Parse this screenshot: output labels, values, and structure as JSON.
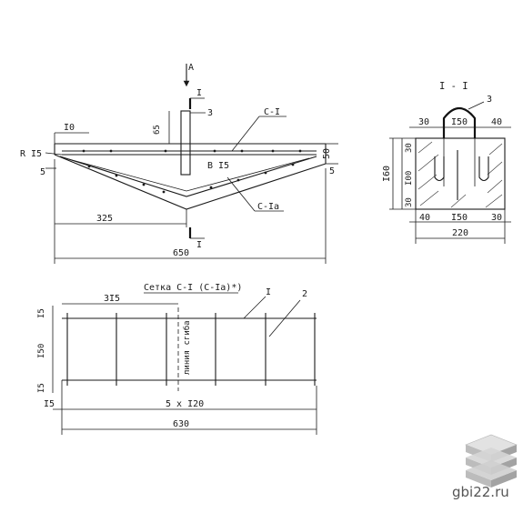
{
  "front_view": {
    "arrow_label": "A",
    "section_mark_top": "I",
    "section_mark_bottom": "I",
    "dim_top_left": "I0",
    "dim_height_65": "65",
    "callout_3": "3",
    "callout_c1": "C-I",
    "callout_c1a": "C-Ia",
    "label_r15": "R I5",
    "label_b15": "B I5",
    "dim_left_5": "5",
    "dim_right_5": "5",
    "dim_right_50": "50",
    "dim_325": "325",
    "dim_650": "650"
  },
  "section_view": {
    "title": "I - I",
    "callout_3": "3",
    "dim_30_top": "30",
    "dim_150_top": "I50",
    "dim_40_top": "40",
    "dim_30_side_top": "30",
    "dim_100_side": "I00",
    "dim_30_side_bottom": "30",
    "dim_160": "I60",
    "dim_40_bottom": "40",
    "dim_150_bottom": "I50",
    "dim_30_bottom": "30",
    "dim_220": "220"
  },
  "mesh_view": {
    "title": "Сетка С-I (С-Iа)*)",
    "dim_315": "3I5",
    "callout_1": "I",
    "callout_2": "2",
    "bend_line_label": "линия сгиба",
    "dim_15_top": "I5",
    "dim_150": "I50",
    "dim_15_bottom": "I5",
    "dim_15_left": "I5",
    "dim_5x120": "5 x I20",
    "dim_630": "630"
  },
  "watermark": {
    "site": "gbi22.ru",
    "logo_icon": "stacked-slabs-icon"
  },
  "colors": {
    "ink": "#1a1a1a",
    "paper": "#ffffff",
    "logo_gray": "#9a9a9a"
  }
}
